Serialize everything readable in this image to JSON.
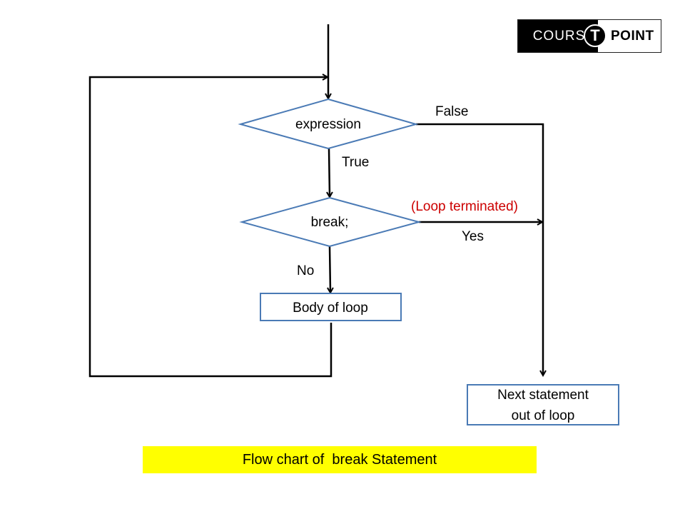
{
  "nodes": {
    "expression": "expression",
    "break": "break;",
    "body": "Body of loop",
    "next_line1": "Next statement",
    "next_line2": "out of loop"
  },
  "edge_labels": {
    "false": "False",
    "true": "True",
    "terminated": "(Loop terminated)",
    "yes": "Yes",
    "no": "No"
  },
  "logo": {
    "left_text": "COURSE",
    "badge_text": "T",
    "right_text": "POINT"
  },
  "caption": "Flow chart of  break Statement",
  "colors": {
    "shape_stroke": "#4a7ab5",
    "terminated_label": "#cc0000",
    "caption_background": "#ffff00",
    "arrow": "#000000"
  }
}
